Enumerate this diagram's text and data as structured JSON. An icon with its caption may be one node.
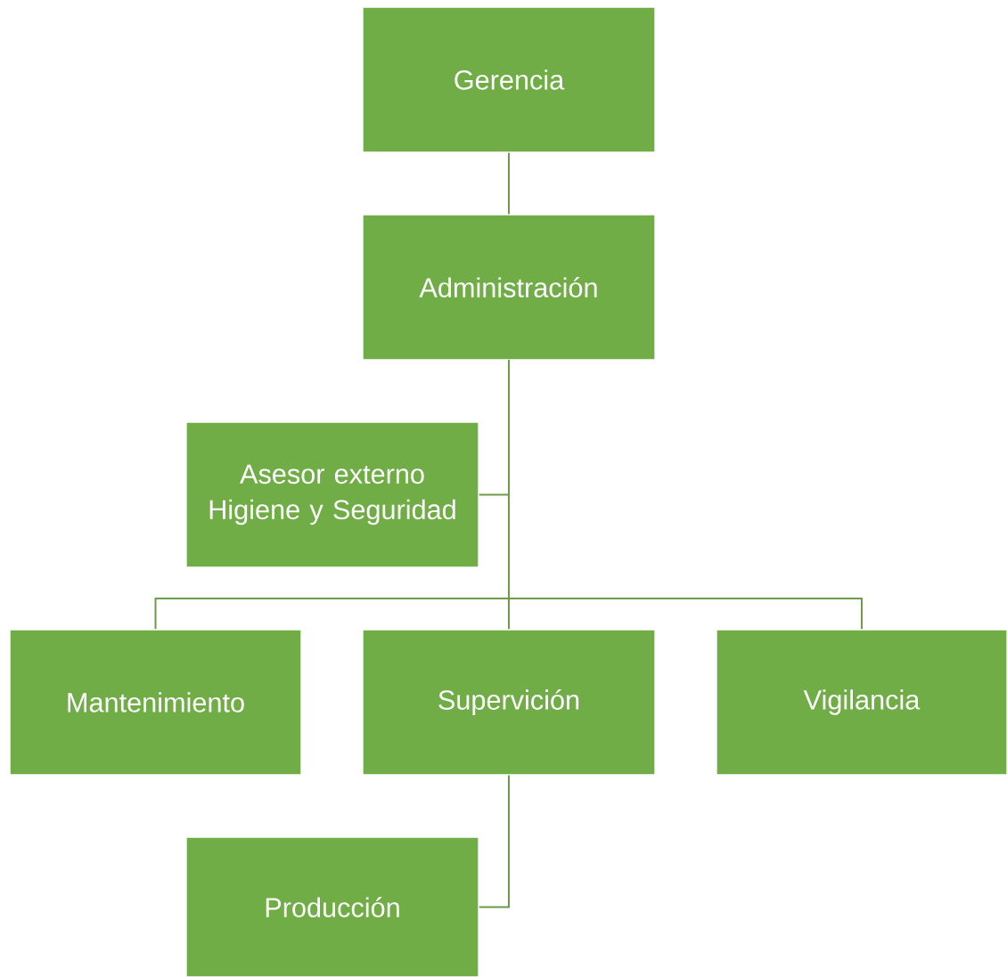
{
  "diagram": {
    "nodes": [
      {
        "text": [
          "Gerencia"
        ]
      },
      {
        "text": [
          "Administración"
        ]
      },
      {
        "text": [
          "Asesor externo",
          "Higiene y Seguridad"
        ]
      },
      {
        "text": [
          "Mantenimiento"
        ]
      },
      {
        "text": [
          "Supervición"
        ]
      },
      {
        "text": [
          "Vigilancia"
        ]
      },
      {
        "text": [
          "Producción"
        ]
      }
    ],
    "edges": [
      {
        "from": 0,
        "to": 1,
        "arrow": "none"
      },
      {
        "from": 1,
        "to": 2,
        "arrow": "none"
      },
      {
        "from": 1,
        "to": 3,
        "arrow": "none"
      },
      {
        "from": 1,
        "to": 4,
        "arrow": "none"
      },
      {
        "from": 1,
        "to": 5,
        "arrow": "none"
      },
      {
        "from": 4,
        "to": 6,
        "arrow": "none"
      }
    ]
  }
}
